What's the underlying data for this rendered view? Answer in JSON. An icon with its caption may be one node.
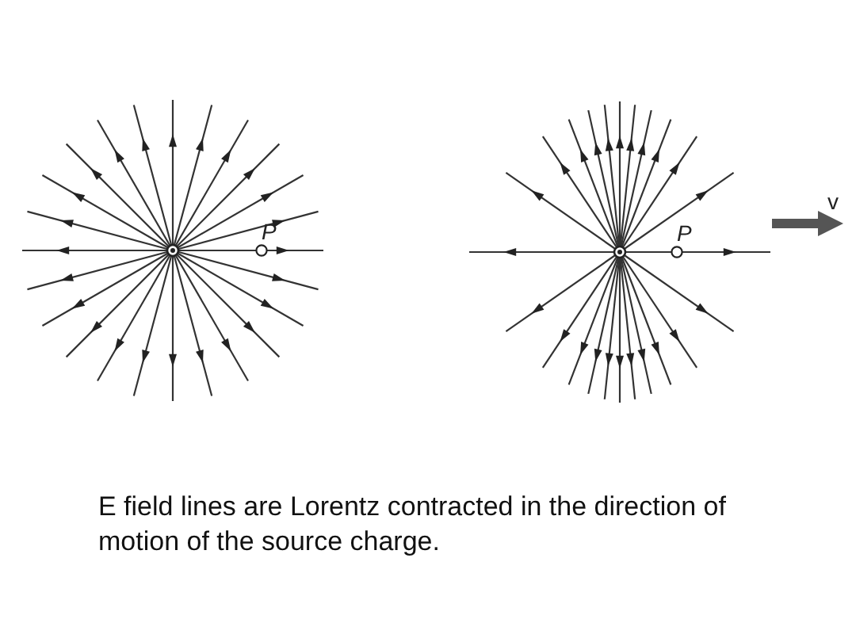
{
  "diagram": {
    "caption": "E field lines are Lorentz contracted in the direction of motion of the source charge.",
    "labels": [
      "P",
      "P",
      "v"
    ]
  }
}
